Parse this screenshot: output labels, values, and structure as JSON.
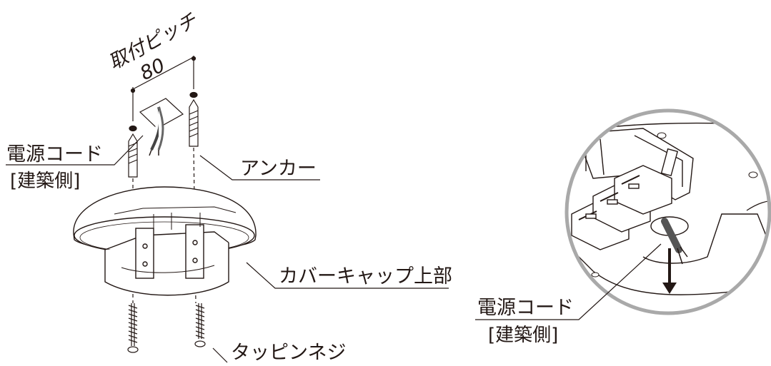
{
  "left_figure": {
    "pitch_label": "取付ピッチ",
    "pitch_value": "80",
    "power_cord": "電源コード",
    "power_cord_side": "[建築側]",
    "anchor": "アンカー",
    "cover_cap": "カバーキャップ上部",
    "tapping_screw": "タッピンネジ"
  },
  "right_figure": {
    "power_cord": "電源コード",
    "power_cord_side": "[建築側]"
  }
}
